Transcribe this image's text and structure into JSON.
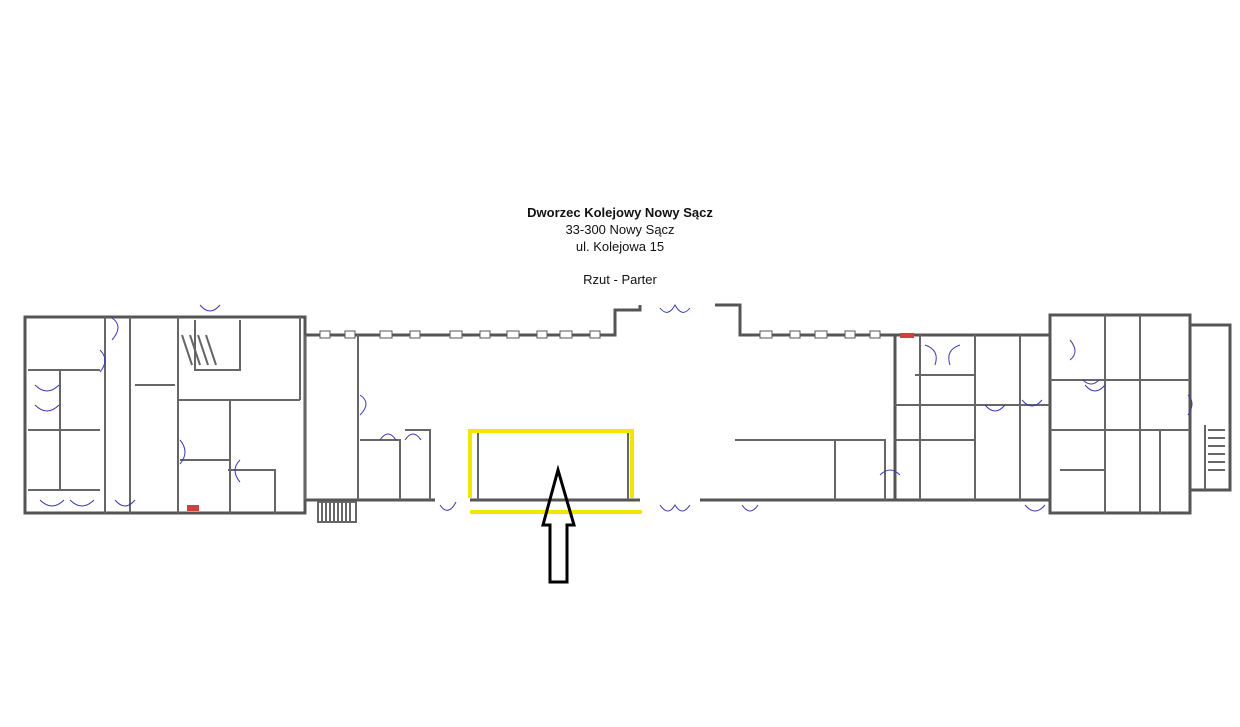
{
  "plan": {
    "title": "Dworzec Kolejowy Nowy Sącz",
    "postal": "33-300 Nowy Sącz",
    "street": "ul. Kolejowa 15",
    "view": "Rzut - Parter"
  },
  "colors": {
    "highlight": "#f2e600",
    "walls": "#555555",
    "doors": "#3a3ab0",
    "arrow": "#000000",
    "fire_doors": "#d04040"
  }
}
